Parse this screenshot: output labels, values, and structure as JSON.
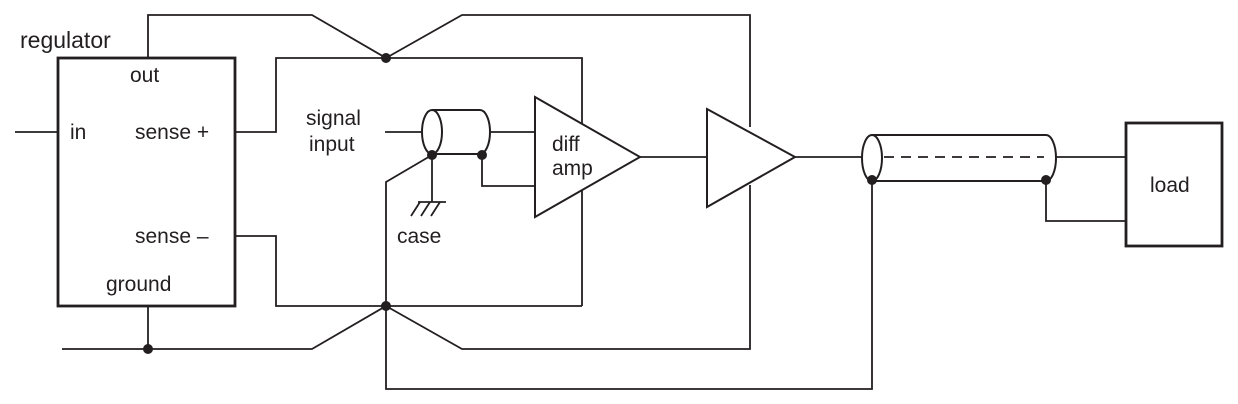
{
  "regulator": {
    "title": "regulator",
    "pin_out": "out",
    "pin_in": "in",
    "pin_sense_plus": "sense +",
    "pin_sense_minus": "sense –",
    "pin_ground": "ground"
  },
  "signal": {
    "line1": "signal",
    "line2": "input"
  },
  "case_label": "case",
  "diff_amp": {
    "line1": "diff",
    "line2": "amp"
  },
  "load_label": "load",
  "colors": {
    "ink": "#231f20",
    "background": "#ffffff"
  },
  "icons": [
    "ground-symbol-icon",
    "coax-connector-icon",
    "triangle-amplifier-icon",
    "junction-dot-icon"
  ]
}
